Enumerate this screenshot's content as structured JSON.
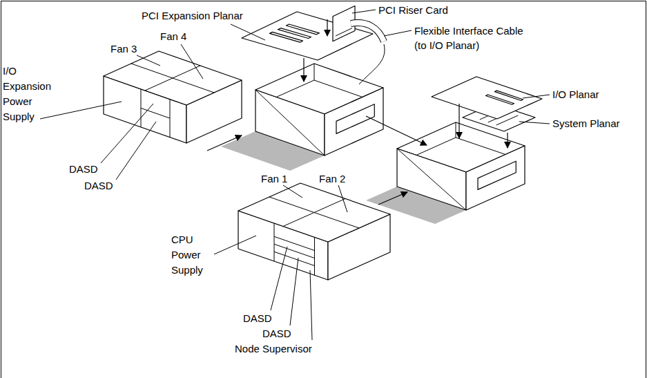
{
  "diagram": {
    "labels": [
      "PCI Riser Card",
      "PCI Expansion Planar",
      "Flexible Interface Cable (to I/O Planar)",
      "Fan 3",
      "Fan 4",
      "I/O Expansion Power Supply",
      "I/O Planar",
      "System Planar",
      "DASD",
      "DASD",
      "Fan 1",
      "Fan 2",
      "CPU Power Supply",
      "DASD",
      "DASD",
      "Node Supervisor"
    ]
  }
}
